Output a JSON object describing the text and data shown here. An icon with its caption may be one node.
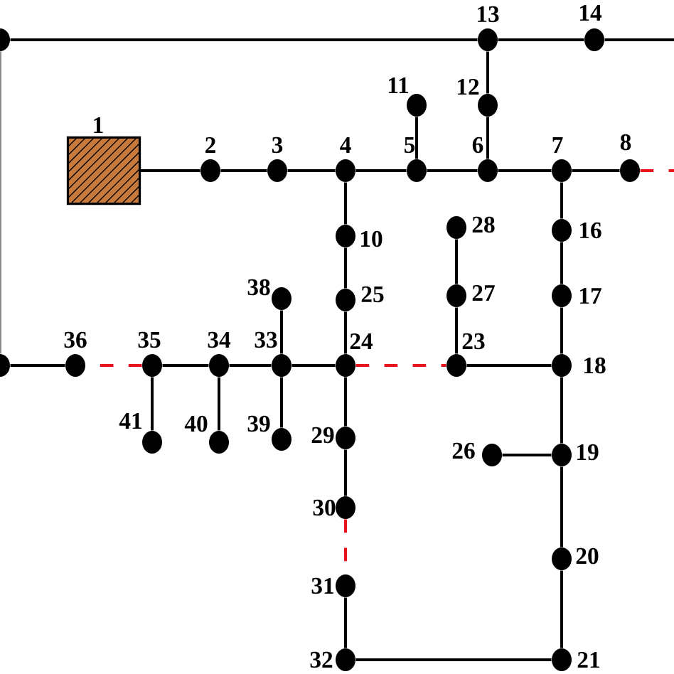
{
  "diagram": {
    "nodes": [
      {
        "text": [],
        "shape": "circle"
      },
      {
        "text": [],
        "shape": "circle",
        "beside": [
          "13"
        ]
      },
      {
        "text": [],
        "shape": "circle",
        "beside": [
          "14"
        ]
      },
      {
        "text": [],
        "shape": "circle",
        "beside": [
          "11"
        ]
      },
      {
        "text": [],
        "shape": "circle",
        "beside": [
          "12"
        ]
      },
      {
        "text": [],
        "shape": "box",
        "beside": [
          "1"
        ]
      },
      {
        "text": [],
        "shape": "circle",
        "beside": [
          "2"
        ]
      },
      {
        "text": [],
        "shape": "circle",
        "beside": [
          "3"
        ]
      },
      {
        "text": [],
        "shape": "circle",
        "beside": [
          "4"
        ]
      },
      {
        "text": [],
        "shape": "circle",
        "beside": [
          "5"
        ]
      },
      {
        "text": [],
        "shape": "circle",
        "beside": [
          "6"
        ]
      },
      {
        "text": [],
        "shape": "circle",
        "beside": [
          "7"
        ]
      },
      {
        "text": [],
        "shape": "circle",
        "beside": [
          "8"
        ]
      },
      {
        "text": [],
        "shape": "circle",
        "beside": [
          "28"
        ]
      },
      {
        "text": [],
        "shape": "circle",
        "beside": [
          "16"
        ]
      },
      {
        "text": [],
        "shape": "circle",
        "beside": [
          "10"
        ]
      },
      {
        "text": [],
        "shape": "circle",
        "beside": [
          "27"
        ]
      },
      {
        "text": [],
        "shape": "circle",
        "beside": [
          "17"
        ]
      },
      {
        "text": [],
        "shape": "circle",
        "beside": [
          "38"
        ]
      },
      {
        "text": [],
        "shape": "circle",
        "beside": [
          "25"
        ]
      },
      {
        "text": [],
        "shape": "circle"
      },
      {
        "text": [],
        "shape": "circle",
        "beside": [
          "36"
        ]
      },
      {
        "text": [],
        "shape": "circle",
        "beside": [
          "35"
        ]
      },
      {
        "text": [],
        "shape": "circle",
        "beside": [
          "34"
        ]
      },
      {
        "text": [],
        "shape": "circle",
        "beside": [
          "33"
        ]
      },
      {
        "text": [],
        "shape": "circle",
        "beside": [
          "24"
        ]
      },
      {
        "text": [],
        "shape": "circle",
        "beside": [
          "23"
        ]
      },
      {
        "text": [],
        "shape": "circle",
        "beside": [
          "18"
        ]
      },
      {
        "text": [],
        "shape": "circle",
        "beside": [
          "29"
        ]
      },
      {
        "text": [],
        "shape": "circle",
        "beside": [
          "39"
        ]
      },
      {
        "text": [],
        "shape": "circle",
        "beside": [
          "40"
        ]
      },
      {
        "text": [],
        "shape": "circle",
        "beside": [
          "41"
        ]
      },
      {
        "text": [],
        "shape": "circle",
        "beside": [
          "19"
        ]
      },
      {
        "text": [],
        "shape": "circle",
        "beside": [
          "26"
        ]
      },
      {
        "text": [],
        "shape": "circle",
        "beside": [
          "30"
        ]
      },
      {
        "text": [],
        "shape": "circle",
        "beside": [
          "20"
        ]
      },
      {
        "text": [],
        "shape": "circle",
        "beside": [
          "31"
        ]
      },
      {
        "text": [],
        "shape": "circle",
        "beside": [
          "21"
        ]
      },
      {
        "text": [],
        "shape": "circle",
        "beside": [
          "32"
        ]
      }
    ],
    "edges": [
      {
        "from": 0,
        "to": 1,
        "arrow": "none"
      },
      {
        "from": 1,
        "to": 2,
        "arrow": "none"
      },
      {
        "from": 2,
        "to": null,
        "arrow": "none"
      },
      {
        "from": 0,
        "to": 20,
        "arrow": "none",
        "color": "#8c8c8c"
      },
      {
        "from": 5,
        "to": 6,
        "arrow": "none"
      },
      {
        "from": 6,
        "to": 7,
        "arrow": "none"
      },
      {
        "from": 7,
        "to": 8,
        "arrow": "none"
      },
      {
        "from": 8,
        "to": 9,
        "arrow": "none"
      },
      {
        "from": 9,
        "to": 10,
        "arrow": "none"
      },
      {
        "from": 10,
        "to": 11,
        "arrow": "none"
      },
      {
        "from": 11,
        "to": 12,
        "arrow": "none"
      },
      {
        "from": 12,
        "to": null,
        "arrow": "none",
        "style": "dashed",
        "color": "#e8141c"
      },
      {
        "from": 9,
        "to": 3,
        "arrow": "none"
      },
      {
        "from": 10,
        "to": 4,
        "arrow": "none"
      },
      {
        "from": 4,
        "to": 1,
        "arrow": "none"
      },
      {
        "from": 8,
        "to": 15,
        "arrow": "none"
      },
      {
        "from": 15,
        "to": 19,
        "arrow": "none"
      },
      {
        "from": 19,
        "to": 25,
        "arrow": "none"
      },
      {
        "from": 25,
        "to": 28,
        "arrow": "none"
      },
      {
        "from": 28,
        "to": 34,
        "arrow": "none"
      },
      {
        "from": 34,
        "to": 36,
        "arrow": "none",
        "style": "dashed",
        "color": "#e8141c"
      },
      {
        "from": 36,
        "to": 38,
        "arrow": "none"
      },
      {
        "from": 38,
        "to": 37,
        "arrow": "none"
      },
      {
        "from": 37,
        "to": 35,
        "arrow": "none"
      },
      {
        "from": 35,
        "to": 32,
        "arrow": "none"
      },
      {
        "from": 32,
        "to": 27,
        "arrow": "none"
      },
      {
        "from": 27,
        "to": 17,
        "arrow": "none"
      },
      {
        "from": 17,
        "to": 14,
        "arrow": "none"
      },
      {
        "from": 14,
        "to": 11,
        "arrow": "none"
      },
      {
        "from": 32,
        "to": 33,
        "arrow": "none"
      },
      {
        "from": 13,
        "to": 16,
        "arrow": "none"
      },
      {
        "from": 16,
        "to": 26,
        "arrow": "none"
      },
      {
        "from": 26,
        "to": 27,
        "arrow": "none"
      },
      {
        "from": 25,
        "to": 26,
        "arrow": "none",
        "style": "dashed",
        "color": "#e8141c"
      },
      {
        "from": 25,
        "to": 24,
        "arrow": "none"
      },
      {
        "from": 24,
        "to": 18,
        "arrow": "none"
      },
      {
        "from": 24,
        "to": 29,
        "arrow": "none"
      },
      {
        "from": 24,
        "to": 23,
        "arrow": "none"
      },
      {
        "from": 23,
        "to": 30,
        "arrow": "none"
      },
      {
        "from": 23,
        "to": 22,
        "arrow": "none"
      },
      {
        "from": 22,
        "to": 31,
        "arrow": "none"
      },
      {
        "from": 22,
        "to": 21,
        "arrow": "none",
        "style": "dashed",
        "color": "#e8141c"
      },
      {
        "from": 21,
        "to": 20,
        "arrow": "none"
      }
    ]
  }
}
